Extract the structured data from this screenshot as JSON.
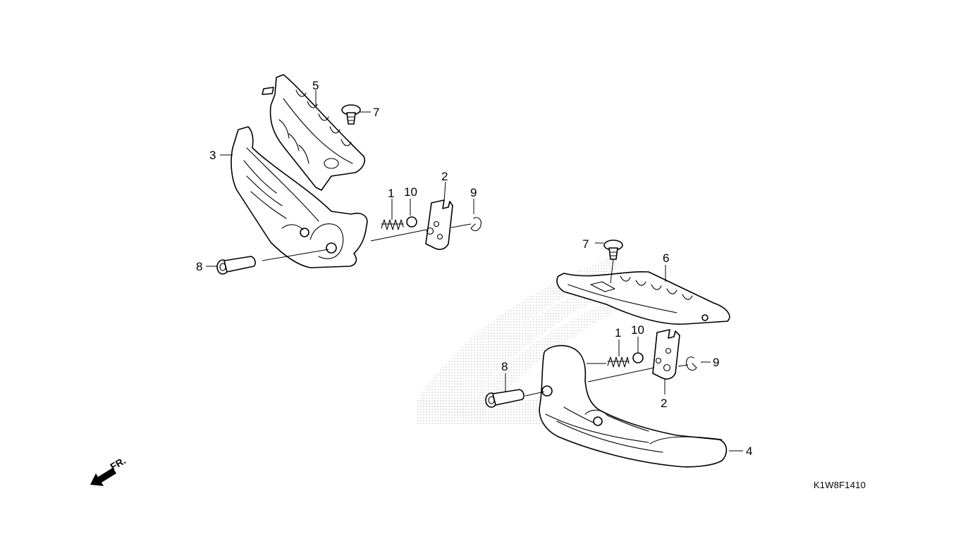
{
  "diagram": {
    "code": "K1W8F1410",
    "front_indicator": "FR.",
    "callouts": {
      "upper_left": {
        "p5": "5",
        "p7": "7",
        "p3": "3",
        "p1": "1",
        "p10": "10",
        "p2": "2",
        "p9": "9",
        "p8": "8"
      },
      "lower_right": {
        "p7": "7",
        "p6": "6",
        "p1": "1",
        "p10": "10",
        "p9": "9",
        "p8": "8",
        "p2": "2",
        "p4": "4"
      }
    }
  },
  "colors": {
    "line": "#000000",
    "background": "#ffffff",
    "watermark": "#bdbdbd"
  }
}
